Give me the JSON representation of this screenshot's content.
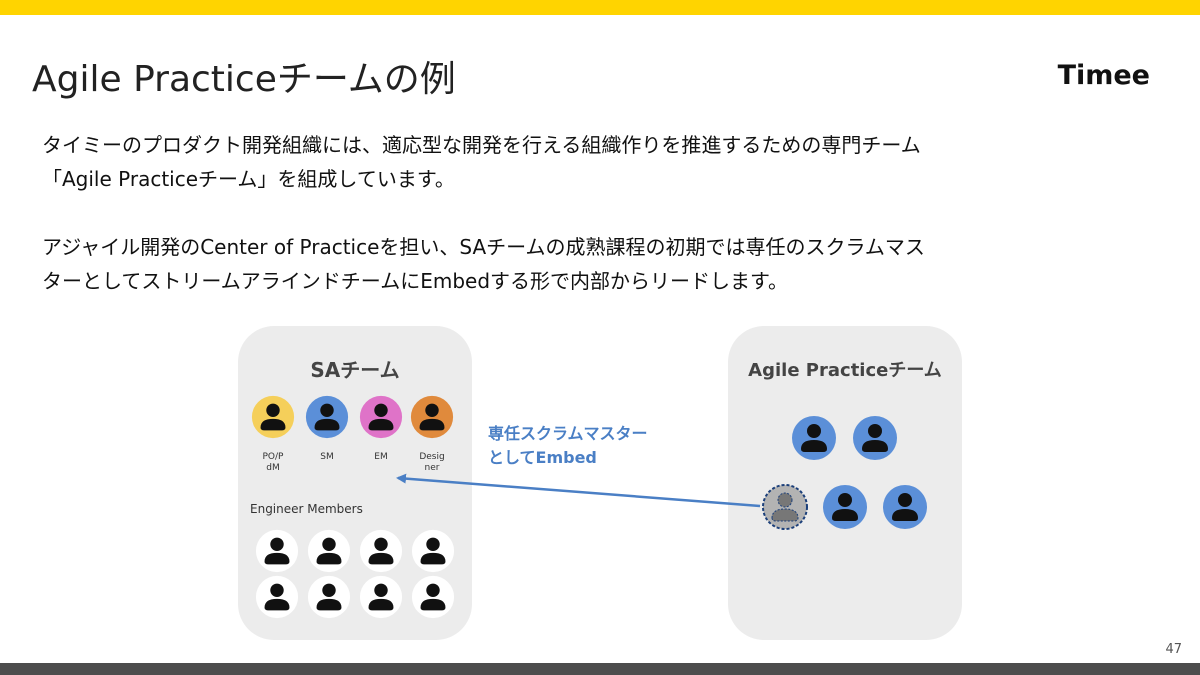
{
  "slide": {
    "title": "Agile Practiceチームの例",
    "logo": "Timee",
    "page_number": "47",
    "paragraphs": [
      [
        "タイミーのプロダクト開発組織には、適応型な開発を行える組織作りを推進するための専門チーム",
        "「Agile Practiceチーム」を組成しています。"
      ],
      [
        "アジャイル開発のCenter of Practiceを担い、SAチームの成熟課程の初期では専任のスクラムマス",
        "ターとしてストリームアラインドチームにEmbedする形で内部からリードします。"
      ]
    ]
  },
  "diagram": {
    "sa_team": {
      "title": "SAチーム",
      "roles": [
        {
          "label_lines": [
            "PO/P",
            "dM"
          ],
          "color": "#f5cf5a"
        },
        {
          "label_lines": [
            "SM"
          ],
          "color": "#5b8fd8"
        },
        {
          "label_lines": [
            "EM"
          ],
          "color": "#df73c8"
        },
        {
          "label_lines": [
            "Desig",
            "ner"
          ],
          "color": "#e08a3c"
        }
      ],
      "engineer_label": "Engineer Members",
      "engineer_count": 8
    },
    "ap_team": {
      "title": "Agile Practiceチーム",
      "member_color": "#5b8fd8",
      "embedded_color": "#b3b3b3"
    },
    "arrow_label_lines": [
      "専任スクラムマスター",
      "としてEmbed"
    ],
    "colors": {
      "accent_bar": "#ffd400",
      "arrow": "#4a7fc5",
      "panel": "#ececec"
    }
  }
}
